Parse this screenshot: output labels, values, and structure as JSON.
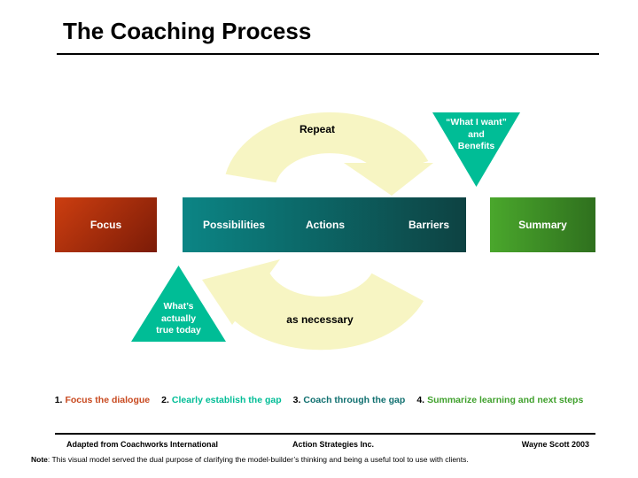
{
  "title": "The Coaching Process",
  "diagram": {
    "repeat_label": "Repeat",
    "as_necessary_label": "as necessary",
    "want_triangle": {
      "line1": "“What I want”",
      "line2": "and",
      "line3": "Benefits"
    },
    "true_triangle": {
      "line1": "What’s",
      "line2": "actually",
      "line3": "true today"
    },
    "focus_box": "Focus",
    "process_box": {
      "possibilities": "Possibilities",
      "actions": "Actions",
      "barriers": "Barriers"
    },
    "summary_box": "Summary"
  },
  "steps": [
    {
      "num": "1.",
      "text": "Focus the dialogue",
      "color": "#C8491F"
    },
    {
      "num": "2.",
      "text": "Clearly establish the gap",
      "color": "#00BD96"
    },
    {
      "num": "3.",
      "text": "Coach through the gap",
      "color": "#0F6F6F"
    },
    {
      "num": "4.",
      "text": "Summarize learning and next steps",
      "color": "#3FA02C"
    }
  ],
  "footer": {
    "left": "Adapted from Coachworks International",
    "center": "Action Strategies Inc.",
    "right": "Wayne Scott  2003"
  },
  "note": {
    "label": "Note",
    "text": ": This visual model served the dual purpose of clarifying the model-builder’s thinking and being a useful tool to use with clients."
  },
  "colors": {
    "triangle_fill": "#00BD96",
    "arrow_fill": "#F7F5C3",
    "focus_gradient_start": "#CC3E10",
    "focus_gradient_end": "#7B1B07",
    "process_gradient_start": "#0C8585",
    "process_gradient_end": "#0D4242",
    "summary_gradient_start": "#4AA72C",
    "summary_gradient_end": "#2F701E"
  }
}
